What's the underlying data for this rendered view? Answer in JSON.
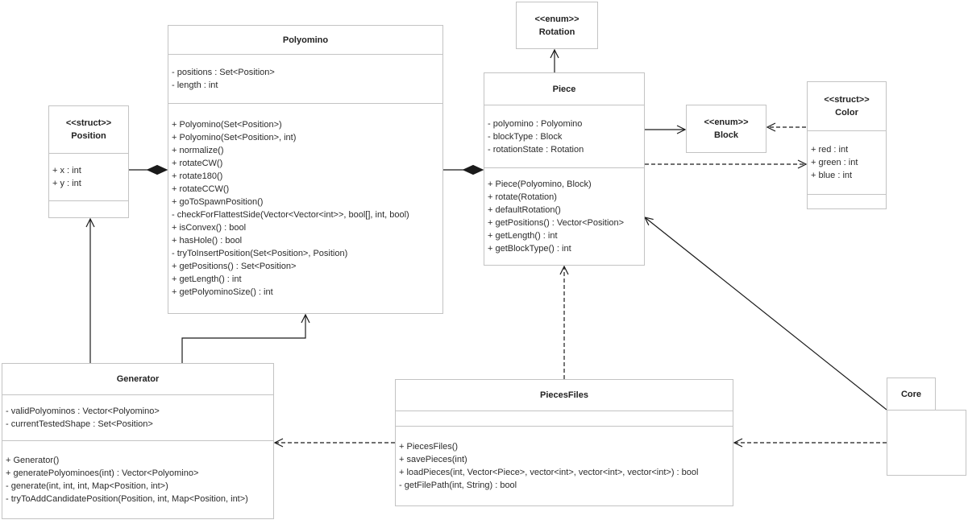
{
  "colors": {
    "background": "#ffffff",
    "box_border": "#c3c3c3",
    "line": "#1b1b1b",
    "text": "#2b2b2b"
  },
  "classes": {
    "polyomino": {
      "name": "Polyomino",
      "attributes": [
        "- positions : Set<Position>",
        "- length : int"
      ],
      "methods": [
        "+ Polyomino(Set<Position>)",
        "+ Polyomino(Set<Position>, int)",
        "+ normalize()",
        "+ rotateCW()",
        "+ rotate180()",
        "+ rotateCCW()",
        "+ goToSpawnPosition()",
        "- checkForFlattestSide(Vector<Vector<int>>, bool[], int, bool)",
        "+ isConvex() : bool",
        "+ hasHole() : bool",
        "- tryToInsertPosition(Set<Position>, Position)",
        "+ getPositions() : Set<Position>",
        "+ getLength() : int",
        "+ getPolyominoSize() : int"
      ]
    },
    "rotation": {
      "stereotype": "<<enum>>",
      "name": "Rotation"
    },
    "piece": {
      "name": "Piece",
      "attributes": [
        "- polyomino : Polyomino",
        "- blockType : Block",
        "- rotationState : Rotation"
      ],
      "methods": [
        "+ Piece(Polyomino, Block)",
        "+ rotate(Rotation)",
        "+ defaultRotation()",
        "+ getPositions() : Vector<Position>",
        "+ getLength() : int",
        "+ getBlockType() : int"
      ]
    },
    "block": {
      "stereotype": "<<enum>>",
      "name": "Block"
    },
    "color": {
      "stereotype": "<<struct>>",
      "name": "Color",
      "attributes": [
        "+ red : int",
        "+ green : int",
        "+ blue : int"
      ]
    },
    "position": {
      "stereotype": "<<struct>>",
      "name": "Position",
      "attributes": [
        "+ x : int",
        "+ y : int"
      ]
    },
    "generator": {
      "name": "Generator",
      "attributes": [
        "- validPolyominos : Vector<Polyomino>",
        "- currentTestedShape : Set<Position>"
      ],
      "methods": [
        "+ Generator()",
        "+ generatePolyominoes(int) : Vector<Polyomino>",
        "- generate(int, int, int, Map<Position, int>)",
        "- tryToAddCandidatePosition(Position, int, Map<Position, int>)"
      ]
    },
    "piecesfiles": {
      "name": "PiecesFiles",
      "attributes": [],
      "methods": [
        "+ PiecesFiles()",
        "+ savePieces(int)",
        "+ loadPieces(int, Vector<Piece>, vector<int>, vector<int>, vector<int>) : bool",
        "- getFilePath(int, String) : bool"
      ]
    },
    "core": {
      "name": "Core"
    }
  },
  "relationships": [
    {
      "type": "composition",
      "whole": "Polyomino",
      "part": "Position"
    },
    {
      "type": "composition",
      "whole": "Piece",
      "part": "Polyomino"
    },
    {
      "type": "association",
      "from": "Piece",
      "to": "Rotation"
    },
    {
      "type": "association",
      "from": "Piece",
      "to": "Block"
    },
    {
      "type": "dependency",
      "from": "Color",
      "to": "Block"
    },
    {
      "type": "dependency",
      "from": "Piece",
      "to": "Color"
    },
    {
      "type": "association",
      "from": "Generator",
      "to": "Position"
    },
    {
      "type": "association",
      "from": "Generator",
      "to": "Polyomino"
    },
    {
      "type": "dependency",
      "from": "PiecesFiles",
      "to": "Piece"
    },
    {
      "type": "association",
      "from": "Core",
      "to": "Piece"
    },
    {
      "type": "dependency",
      "from": "PiecesFiles",
      "to": "Generator"
    },
    {
      "type": "dependency",
      "from": "Core",
      "to": "PiecesFiles"
    }
  ]
}
